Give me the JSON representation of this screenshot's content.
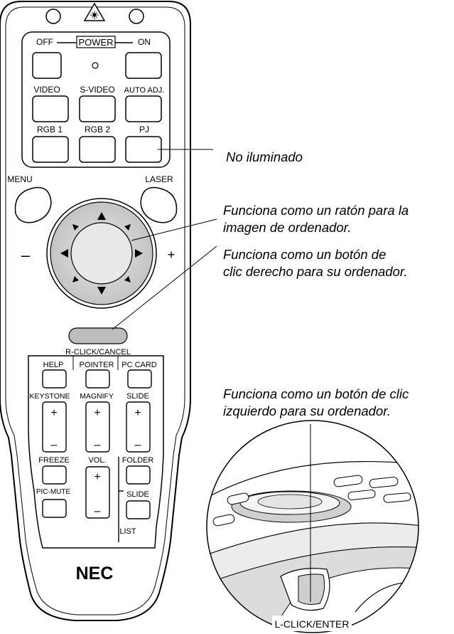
{
  "remote": {
    "top_icon": "laser-warning-icon",
    "power": {
      "off": "OFF",
      "title": "POWER",
      "on": "ON"
    },
    "row_source": [
      "VIDEO",
      "S-VIDEO",
      "AUTO ADJ."
    ],
    "row_rgb": [
      "RGB 1",
      "RGB 2",
      "PJ"
    ],
    "menu": "MENU",
    "laser": "LASER",
    "minus": "–",
    "plus": "+",
    "rclick": "R-CLICK/CANCEL",
    "row_help": [
      "HELP",
      "POINTER",
      "PC CARD"
    ],
    "row_keystone": [
      "KEYSTONE",
      "MAGNIFY",
      "SLIDE"
    ],
    "rocker_plus": "+",
    "rocker_minus": "–",
    "freeze": "FREEZE",
    "vol": "VOL.",
    "folder": "FOLDER",
    "picmute": "PIC-MUTE",
    "slide2": "SLIDE",
    "list": "LIST",
    "brand": "NEC"
  },
  "callouts": {
    "c1": "No iluminado",
    "c2a": "Funciona como un ratón para la",
    "c2b": "imagen de ordenador.",
    "c3a": "Funciona como un botón de",
    "c3b": "clic derecho para su ordenador.",
    "c4a": "Funciona como un botón de clic",
    "c4b": "izquierdo para su ordenador."
  },
  "zoom": {
    "label": "L-CLICK/ENTER"
  }
}
